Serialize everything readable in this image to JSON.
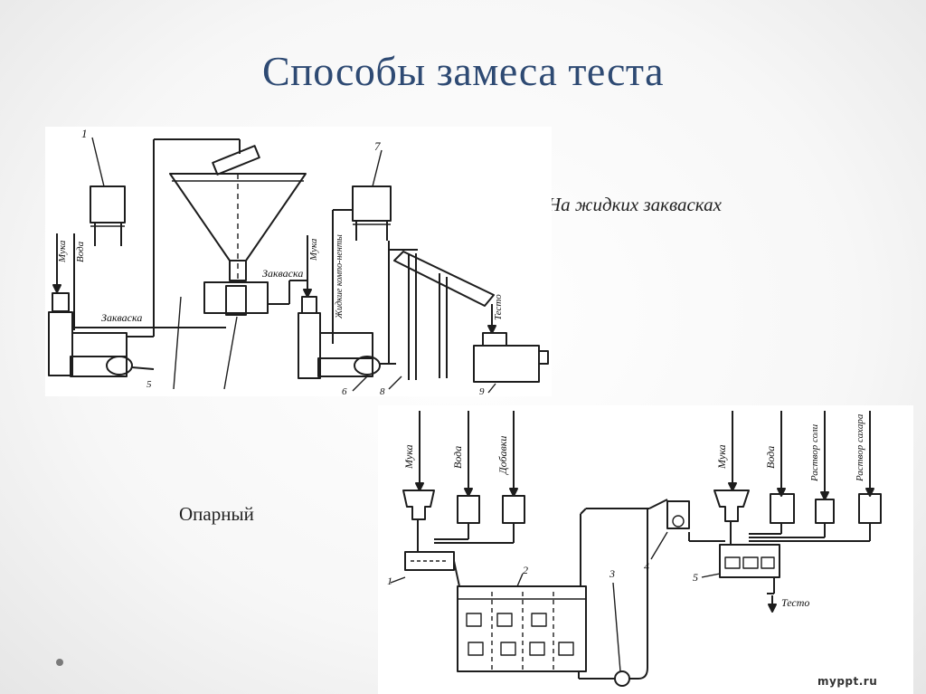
{
  "slide": {
    "title": "Способы замеса теста",
    "captions": {
      "liquid": "На жидких заквасках",
      "sponge": "Опарный"
    },
    "watermark": "myppt.ru"
  },
  "diagram_liquid": {
    "labels": {
      "n1": "1",
      "n7": "7",
      "n6": "6",
      "n8": "8",
      "n9": "9",
      "n5": "5",
      "flour": "Мука",
      "water": "Вода",
      "starter_top": "Закваска",
      "starter_left": "Закваска",
      "flour2": "Мука",
      "liquid_comp": "Жидкие компо-ненты",
      "dough": "Тесто"
    }
  },
  "diagram_sponge": {
    "labels": {
      "flour": "Мука",
      "water": "Вода",
      "additives": "Добавки",
      "flour2": "Мука",
      "water2": "Вода",
      "salt": "Раствор соли",
      "sugar": "Раствор сахара",
      "dough": "Тесто",
      "n1": "1",
      "n2": "2",
      "n3": "3",
      "n4": "4",
      "n5": "5"
    }
  }
}
